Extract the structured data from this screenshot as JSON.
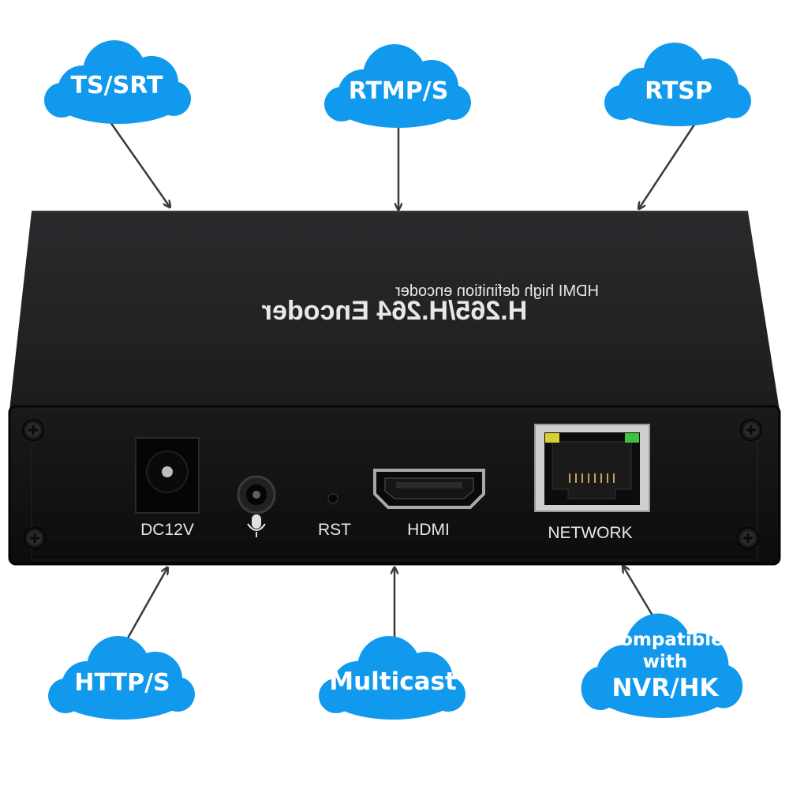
{
  "clouds": {
    "ts_srt": "TS/SRT",
    "rtmp_s": "RTMP/S",
    "rtsp": "RTSP",
    "http_s": "HTTP/S",
    "multicast": "Multicast",
    "compatible_line1": "Compatible",
    "compatible_line2": "with",
    "compatible_line3": "NVR/HK"
  },
  "device": {
    "title": "H.265/H.264 Encoder",
    "subtitle": "HDMI high definition encoder",
    "ports": {
      "dc": "DC12V",
      "rst": "RST",
      "hdmi": "HDMI",
      "network": "NETWORK"
    },
    "mic_icon": "microphone-icon"
  },
  "colors": {
    "cloud": "#1199ee",
    "device_body": "#1e1e20",
    "front_panel": "#101012",
    "led_yellow": "#d8d030",
    "led_green": "#40c040"
  }
}
